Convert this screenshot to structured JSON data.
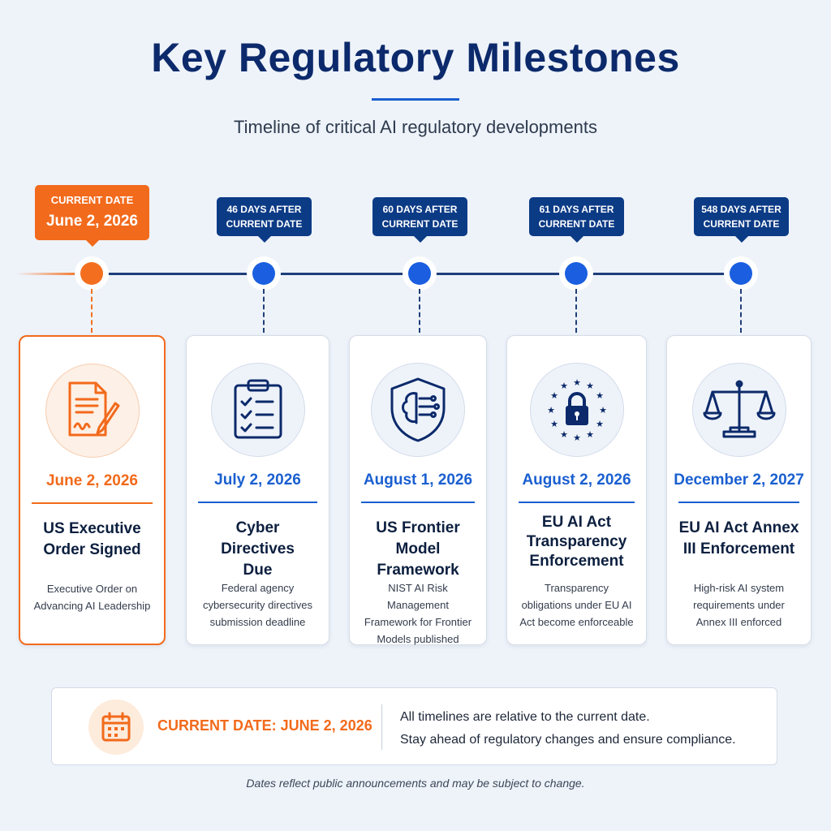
{
  "header": {
    "title": "Key Regulatory Milestones",
    "subtitle": "Timeline of critical AI regulatory developments"
  },
  "current_badge": {
    "label": "CURRENT DATE",
    "date": "June 2, 2026"
  },
  "badges": [
    {
      "line1": "46 DAYS AFTER",
      "line2": "CURRENT DATE"
    },
    {
      "line1": "60 DAYS AFTER",
      "line2": "CURRENT DATE"
    },
    {
      "line1": "61 DAYS AFTER",
      "line2": "CURRENT DATE"
    },
    {
      "line1": "548 DAYS AFTER",
      "line2": "CURRENT DATE"
    }
  ],
  "milestones": [
    {
      "icon": "document-signature-icon",
      "date": "June 2, 2026",
      "title": "US Executive Order Signed",
      "desc": "Executive Order on Advancing AI Leadership"
    },
    {
      "icon": "checklist-clipboard-icon",
      "date": "July 2, 2026",
      "title": "Cyber Directives Due",
      "desc": "Federal agency cybersecurity directives submission deadline"
    },
    {
      "icon": "brain-shield-icon",
      "date": "August 1, 2026",
      "title": "US Frontier Model Framework",
      "desc": "NIST AI Risk Management Framework for Frontier Models published"
    },
    {
      "icon": "eu-lock-icon",
      "date": "August 2, 2026",
      "title": "EU AI Act Transparency Enforcement",
      "desc": "Transparency obligations under EU AI Act become enforceable"
    },
    {
      "icon": "scales-icon",
      "date": "December 2, 2027",
      "title": "EU AI Act Annex III Enforcement",
      "desc": "High-risk AI system requirements under Annex III enforced"
    }
  ],
  "banner": {
    "icon": "calendar-icon",
    "label": "CURRENT DATE: JUNE 2, 2026",
    "line1": "All timelines are relative to the current date.",
    "line2": "Stay ahead of regulatory changes and ensure compliance."
  },
  "footnote": "Dates reflect public announcements and may be subject to change.",
  "colors": {
    "primary_navy": "#0c2a6b",
    "accent_blue": "#1a5fd0",
    "accent_orange": "#f26a1b",
    "background": "#eef3fa"
  }
}
